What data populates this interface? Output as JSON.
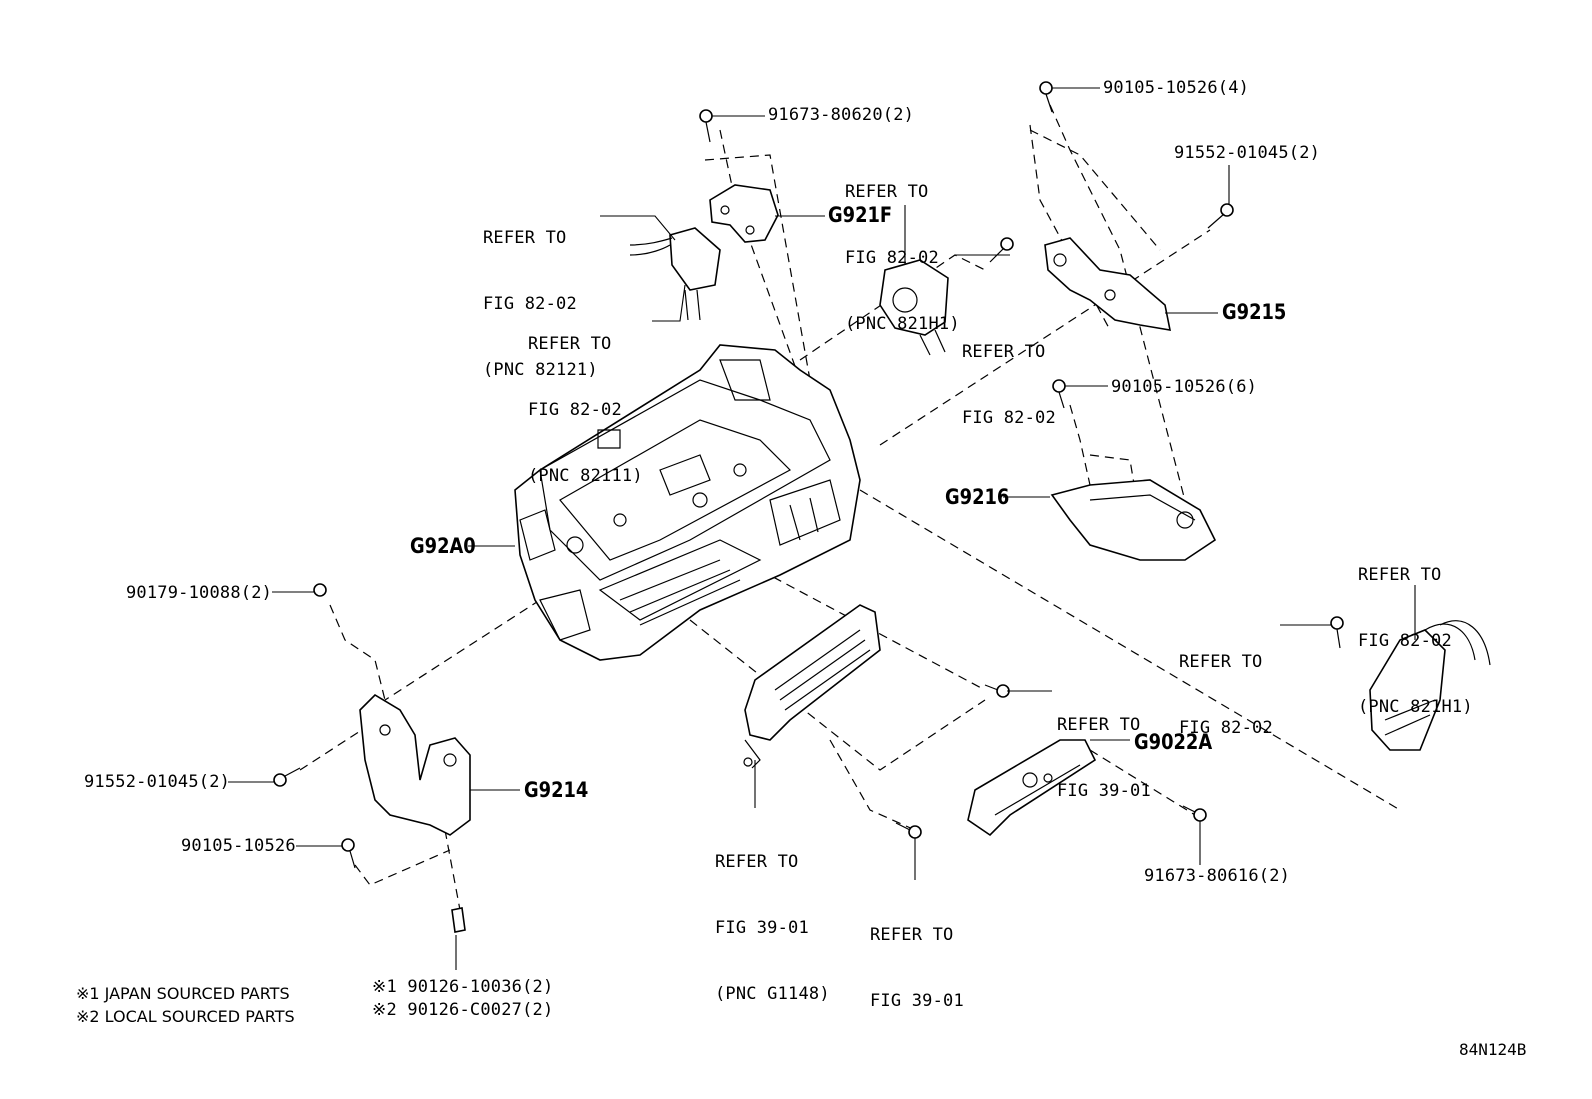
{
  "bolt_labels": {
    "top_bolt_91673_80620": "91673-80620(2)",
    "top_bolt_90105_4": "90105-10526(4)",
    "bolt_91552_right": "91552-01045(2)",
    "bolt_90105_6": "90105-10526(6)",
    "nut_90179": "90179-10088(2)",
    "bolt_91552_left": "91552-01045(2)",
    "bolt_90105_single": "90105-10526",
    "bolt_91673_80616": "91673-80616(2)",
    "stud_japan": "※1 90126-10036(2)",
    "stud_local": "※2 90126-C0027(2)"
  },
  "part_codes": {
    "g921f": "G921F",
    "g9215": "G9215",
    "g9216": "G9216",
    "g92a0": "G92A0",
    "g9214": "G9214",
    "g9022a": "G9022A"
  },
  "refer_notes": {
    "r1": [
      "REFER TO",
      "FIG 82-02",
      "(PNC 82121)"
    ],
    "r2": [
      "REFER TO",
      "FIG 82-02",
      "(PNC 82111)"
    ],
    "r3": [
      "REFER TO",
      "FIG 82-02",
      "(PNC 821H1)"
    ],
    "r4": [
      "REFER TO",
      "FIG 82-02"
    ],
    "r5": [
      "REFER TO",
      "FIG 82-02",
      "(PNC 821H1)"
    ],
    "r6": [
      "REFER TO",
      "FIG 82-02"
    ],
    "r7": [
      "REFER TO",
      "FIG 39-01"
    ],
    "r8": [
      "REFER TO",
      "FIG 39-01",
      "(PNC G1148)"
    ],
    "r9": [
      "REFER TO",
      "FIG 39-01"
    ]
  },
  "footnotes": {
    "japan": "※1 JAPAN SOURCED PARTS",
    "local": "※2 LOCAL SOURCED PARTS"
  },
  "diagram_ref": "84N124B"
}
